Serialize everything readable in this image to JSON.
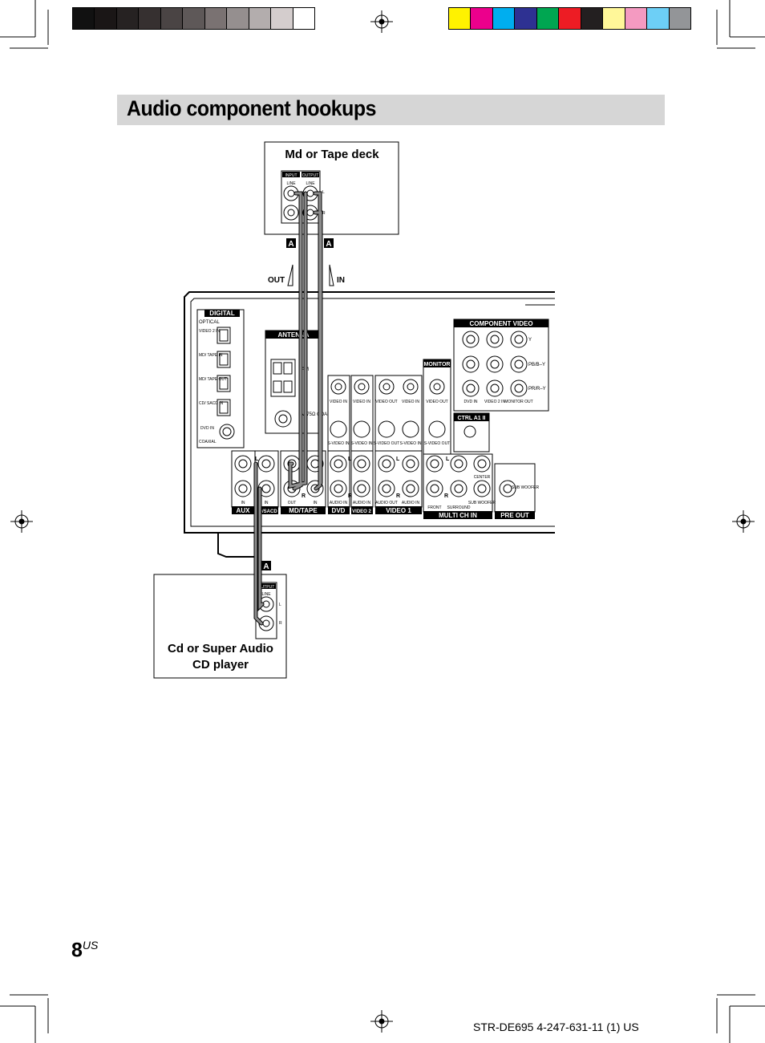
{
  "page": {
    "title": "Audio component hookups",
    "page_number": "8",
    "page_suffix": "US",
    "footer": "STR-DE695 4-247-631-11 (1) US"
  },
  "color_bars": {
    "gray": [
      "#111111",
      "#1a1616",
      "#262222",
      "#363030",
      "#4a4444",
      "#5e5858",
      "#7a7272",
      "#958f8f",
      "#b3adad",
      "#d4cdcd",
      "#ffffff"
    ],
    "color": [
      "#fff200",
      "#ec008c",
      "#00aeef",
      "#2e3192",
      "#00a651",
      "#ed1c24",
      "#231f20",
      "#fff799",
      "#f49ac1",
      "#6dcff6",
      "#939598"
    ]
  },
  "md_deck": {
    "title": "Md or Tape deck",
    "input_label": "INPUT",
    "output_label": "OUTPUT",
    "line_label": "LINE",
    "l": "L",
    "r": "R"
  },
  "cd_player": {
    "title_line1": "Cd or Super Audio",
    "title_line2": "CD player",
    "output_label": "OUTPUT",
    "line_label": "LINE",
    "l": "L",
    "r": "R"
  },
  "cable_tag": "A",
  "signal": {
    "out": "OUT",
    "in": "IN"
  },
  "receiver": {
    "digital": {
      "label": "DIGITAL",
      "optical": "OPTICAL",
      "ports": [
        "VIDEO 2 IN",
        "MD/ TAPE IN",
        "MD/ TAPE OUT",
        "CD/ SACD IN"
      ],
      "dvd_in": "DVD IN",
      "coaxial": "COAXIAL"
    },
    "antenna": {
      "label": "ANTENNA",
      "am": "AM",
      "fm": "FM 75Ω COAXIAL"
    },
    "monitor": {
      "label": "MONITOR",
      "video_out": "VIDEO OUT",
      "svideo_out": "S-VIDEO OUT"
    },
    "component_video": {
      "label": "COMPONENT VIDEO",
      "rows": [
        "Y",
        "PB/B–Y",
        "PR/R–Y"
      ],
      "cols": [
        "DVD IN",
        "VIDEO 2 IN",
        "MONITOR OUT"
      ]
    },
    "ctrl": "CTRL A1 II",
    "jack_groups": {
      "aux": "AUX",
      "cd_sacd": "CD/SACD",
      "md_tape": "MD/TAPE",
      "dvd": "DVD",
      "video2": "VIDEO 2",
      "video1": "VIDEO 1",
      "multi_ch_in": "MULTI CH IN",
      "pre_out": "PRE OUT"
    },
    "jack_texts": {
      "in": "IN",
      "out": "OUT",
      "video_in": "VIDEO IN",
      "video_out": "VIDEO OUT",
      "svideo_in": "S-VIDEO IN",
      "svideo_out": "S-VIDEO OUT",
      "audio_in": "AUDIO IN",
      "audio_out": "AUDIO OUT",
      "front": "FRONT",
      "surround": "SURROUND",
      "center": "CENTER",
      "sub_woofer": "SUB WOOFER",
      "l": "L",
      "r": "R"
    }
  }
}
